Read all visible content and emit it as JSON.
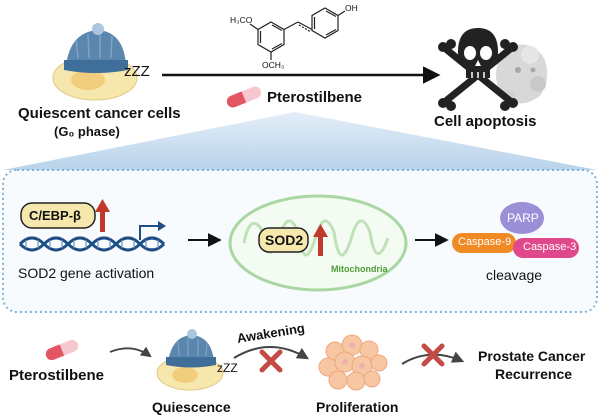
{
  "colors": {
    "cell_body": "#f6e7ad",
    "nucleus": "#f1cd7e",
    "hat": "#5b86ad",
    "hat_band": "#3f6e98",
    "hat_pom": "#a9c7e1",
    "arrow": "#111111",
    "up_arrow": "#c0392b",
    "x_mark": "#c44b45",
    "dotted_border": "#7fb4d8",
    "panel_fill": "#f7fbfe",
    "dna": "#1f4f86",
    "cebp_box": "#f6e7ad",
    "mito_outline": "#a9d7a2",
    "mito_fill": "#f4fbf2",
    "mito_label": "#4f9d3a",
    "caspase9": "#f08a24",
    "caspase3": "#e0488c",
    "parp": "#9b8fd8",
    "pill_red": "#e25563",
    "pill_pink": "#f6c7cf"
  },
  "icons": {
    "quiescent_cell": "sleeping-cell-icon",
    "skull": "skull-crossbones-icon",
    "pill": "capsule-icon",
    "dna": "dna-helix-icon",
    "mitochondria": "mitochondrion-icon",
    "proliferating_cells": "cell-cluster-icon",
    "block": "x-mark-icon"
  },
  "top": {
    "zzz": "zZZ",
    "quiescent_title": "Quiescent cancer cells",
    "g0_phase": "(G₀ phase)",
    "drug": "Pterostilbene",
    "apoptosis": "Cell apoptosis",
    "structure": {
      "methoxy_top": "H₃CO",
      "hydroxyl": "OH",
      "methoxy_bottom": "OCH₃"
    }
  },
  "mechanism": {
    "cebp_label": "C/EBP-β",
    "gene_activation": "SOD2 gene activation",
    "sod2_label": "SOD2",
    "mitochondria_label": "Mitochondria",
    "parp_label": "PARP",
    "caspase9_label": "Caspase-9",
    "caspase3_label": "Caspase-3",
    "cleavage": "cleavage"
  },
  "bottom": {
    "drug": "Pterostilbene",
    "zzz": "zZZ",
    "quiescence": "Quiescence",
    "awakening": "Awakening",
    "proliferation": "Proliferation",
    "recurrence_line1": "Prostate Cancer",
    "recurrence_line2": "Recurrence"
  }
}
